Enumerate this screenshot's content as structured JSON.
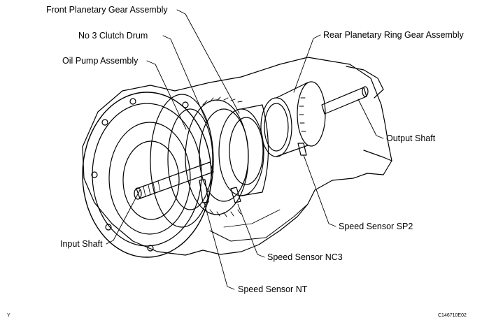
{
  "labels": {
    "front_planetary": "Front Planetary Gear Assembly",
    "no3_clutch_drum": "No  3 Clutch Drum",
    "oil_pump": "Oil Pump Assembly",
    "rear_planetary_ring": "Rear Planetary Ring Gear Assembly",
    "output_shaft": "Output Shaft",
    "input_shaft": "Input Shaft",
    "speed_sensor_sp2": "Speed Sensor SP2",
    "speed_sensor_nc3": "Speed Sensor NC3",
    "speed_sensor_nt": "Speed Sensor NT"
  },
  "corner_marks": {
    "left": "Y",
    "right": "C146710E02"
  }
}
